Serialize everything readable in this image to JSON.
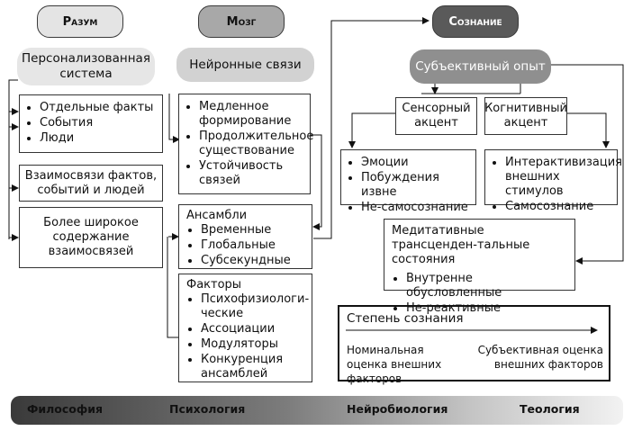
{
  "columns": {
    "mind": "Разум",
    "brain": "Мозг",
    "consciousness": "Сознание"
  },
  "mind": {
    "system": "Персонализованная система",
    "facts": [
      "Отдельные факты",
      "События",
      "Люди"
    ],
    "relations": "Взаимосвязи фактов, событий и людей",
    "broader": "Более широкое содержание взаимосвязей"
  },
  "brain": {
    "neural": "Нейронные связи",
    "props": [
      "Медленное формирование",
      "Продолжительное существование",
      "Устойчивость связей"
    ],
    "ensembles_title": "Ансамбли",
    "ensembles": [
      "Временные",
      "Глобальные",
      "Субсекундные"
    ],
    "factors_title": "Факторы",
    "factors": [
      "Психофизиологи-ческие",
      "Ассоциации",
      "Модуляторы",
      "Конкуренция ансамблей"
    ]
  },
  "consciousness": {
    "subjective": "Субъективный опыт",
    "sensory": "Сенсорный акцент",
    "cognitive": "Когнитивный акцент",
    "sensory_items": [
      "Эмоции",
      "Побуждения извне",
      "Не-самосознание"
    ],
    "cognitive_items": [
      "Интерактивизация внешних стимулов",
      "Самосознание"
    ],
    "meditative_title": "Медитативные трансценден-тальные состояния",
    "meditative_items": [
      "Внутренне обусловленные",
      "Не-реактивные"
    ],
    "degree_title": "Степень сознания",
    "degree_left": "Номинальная оценка внешних факторов",
    "degree_right": "Субъективная оценка внешних факторов"
  },
  "bottom_bar": [
    "Философия",
    "Психология",
    "Нейробиология",
    "Теология"
  ]
}
